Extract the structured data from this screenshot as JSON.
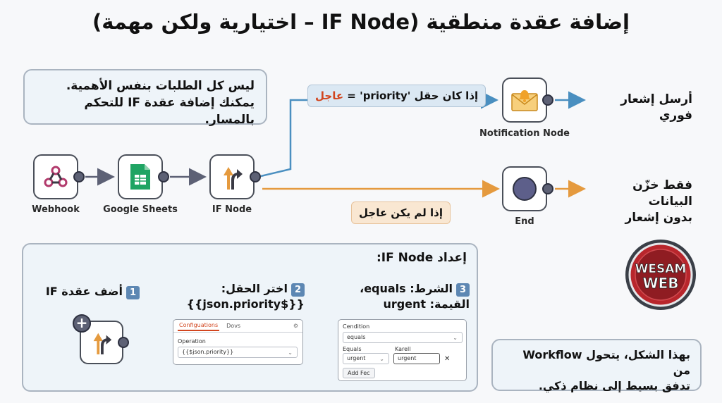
{
  "title": "إضافة عقدة منطقية (IF Node – اختيارية ولكن مهمة)",
  "note": {
    "line1": "ليس كل الطلبات بنفس الأهمية.",
    "line2": "يمكنك إضافة عقدة IF للتحكم بالمسار."
  },
  "nodes": {
    "webhook": {
      "label": "Webhook",
      "icon": "webhook-icon"
    },
    "sheets": {
      "label": "Google Sheets",
      "icon": "google-sheets-icon",
      "color": "#1fa463"
    },
    "ifnode": {
      "label": "IF Node",
      "icon": "branch-arrows-icon"
    },
    "notification": {
      "label": "Notification Node",
      "icon": "envelope-bell-icon",
      "color": "#f0a22b"
    },
    "end": {
      "label": "End",
      "icon": "circle-icon"
    }
  },
  "conditions": {
    "yes_prefix": "إذا كان حقل 'priority' = ",
    "yes_value": "عاجل",
    "no": "إذا لم يكن عاجل"
  },
  "outputs": {
    "notify": "أرسل إشعار فوري",
    "store_line1": "فقط خزّن البيانات",
    "store_line2": "بدون إشعار"
  },
  "colors": {
    "true_branch": "#4a8fc0",
    "false_branch": "#e59a3e",
    "accent_red": "#d2451e"
  },
  "setup": {
    "title": "إعداد IF Node:",
    "step1": {
      "num": "1",
      "text": "أضف عقدة IF"
    },
    "step2": {
      "num": "2",
      "line1": "اختر الحقل:",
      "line2": "{{$json.priority}}"
    },
    "step3": {
      "num": "3",
      "line1": "الشرط: equals،",
      "line2": "القيمة: urgent"
    },
    "mock_config": {
      "tab_active": "Configuations",
      "tab_other": "Dovs",
      "operation_label": "Operation",
      "operation_value": "{{$json.priority}}"
    },
    "mock_condition": {
      "label": "Cendition",
      "select_value": "equals",
      "col1_label": "Equals",
      "col2_label": "Karell",
      "col1_value": "urgent",
      "col2_value": "urgent",
      "add_button": "Add Fec"
    }
  },
  "summary": {
    "line1": "بهذا الشكل، يتحول Workflow من",
    "line2": "تدفق بسيط إلى نظام ذكي."
  },
  "logo": {
    "line1": "WESAM",
    "line2": "WEB"
  }
}
